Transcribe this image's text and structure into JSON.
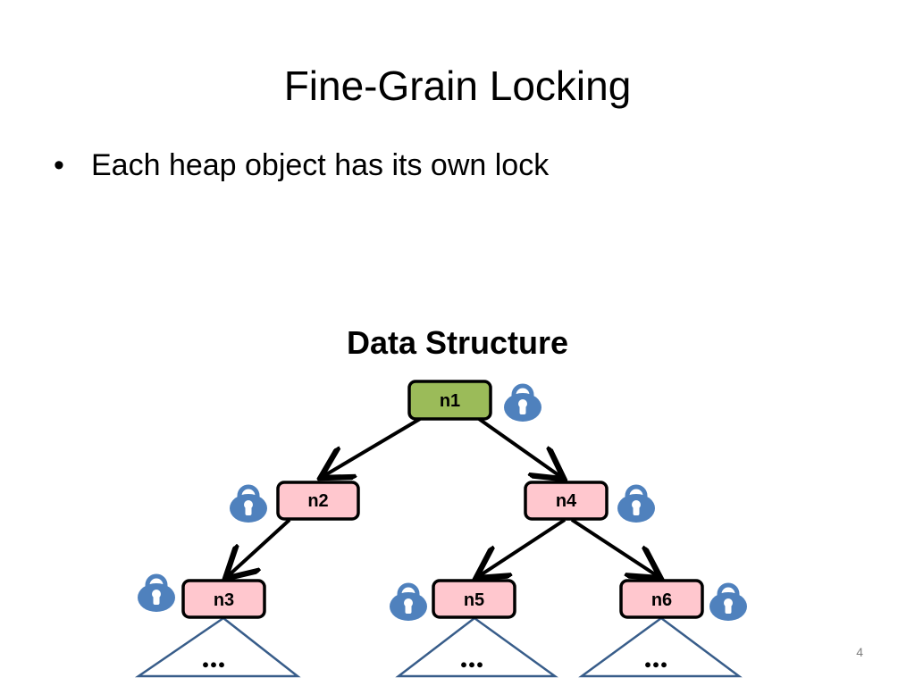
{
  "slide": {
    "title": "Fine-Grain Locking",
    "bullets": [
      "Each heap object has its own lock"
    ],
    "bullet_glyph": "•",
    "page_number": "4"
  },
  "diagram": {
    "heading": "Data Structure",
    "nodes": [
      {
        "id": "n1",
        "label": "n1",
        "fill": "#9bbb59"
      },
      {
        "id": "n2",
        "label": "n2",
        "fill": "#ffc7ce"
      },
      {
        "id": "n4",
        "label": "n4",
        "fill": "#ffc7ce"
      },
      {
        "id": "n3",
        "label": "n3",
        "fill": "#ffc7ce"
      },
      {
        "id": "n5",
        "label": "n5",
        "fill": "#ffc7ce"
      },
      {
        "id": "n6",
        "label": "n6",
        "fill": "#ffc7ce"
      }
    ],
    "subtree_labels": [
      "...",
      "...",
      "..."
    ],
    "lock_icon": "padlock-icon",
    "colors": {
      "lock": "#4f81bd",
      "subtree_outline": "#385d8a",
      "edge": "#000000"
    }
  }
}
